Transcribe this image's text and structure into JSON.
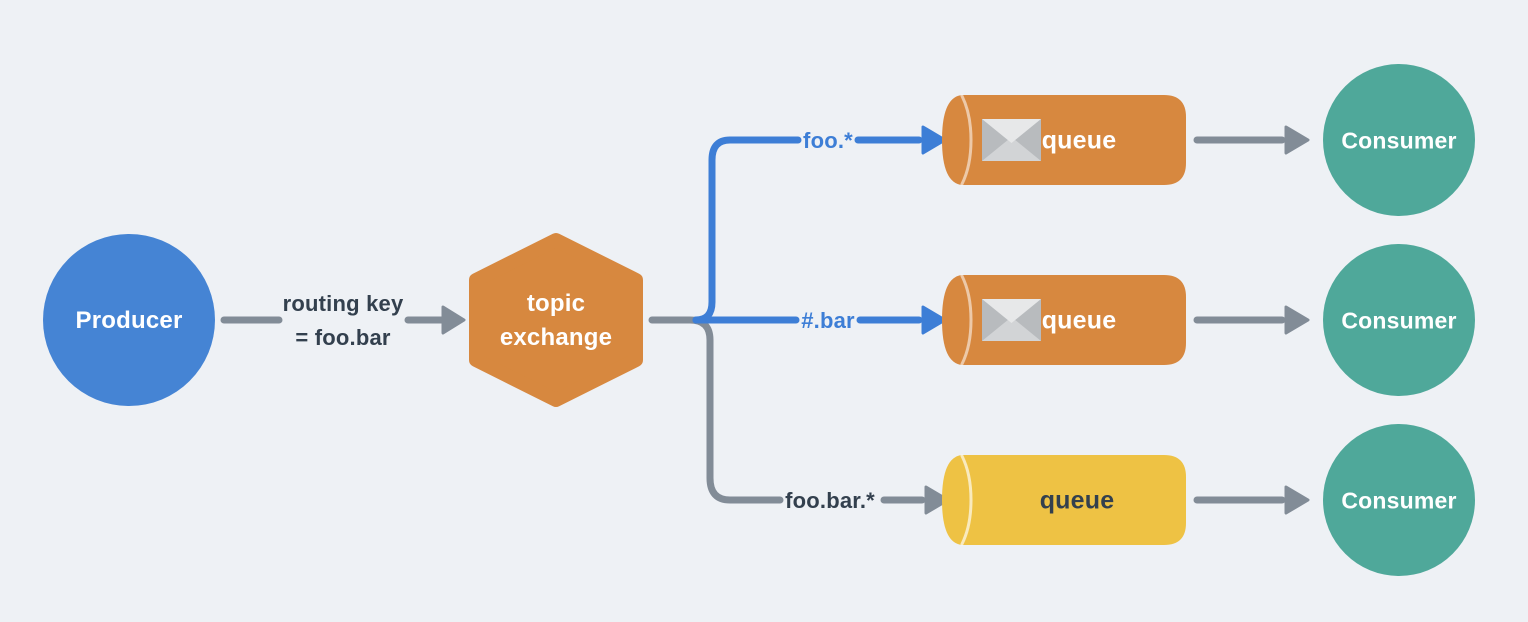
{
  "colors": {
    "background": "#eef1f5",
    "producer_blue": "#4584d4",
    "exchange_orange": "#d7883f",
    "queue_orange": "#d7883f",
    "queue_yellow": "#eec244",
    "consumer_teal": "#4fa89a",
    "connector_gray": "#828c97",
    "connector_blue": "#3d7ed6",
    "text_dark": "#33404e",
    "text_light": "#ffffff"
  },
  "producer": {
    "label": "Producer"
  },
  "routing_key": {
    "line1": "routing key",
    "line2": "= foo.bar"
  },
  "exchange": {
    "line1": "topic",
    "line2": "exchange"
  },
  "bindings": [
    {
      "key": "foo.*",
      "queue_label": "queue",
      "queue_color": "#d7883f",
      "icon": "envelope-icon",
      "consumer_label": "Consumer"
    },
    {
      "key": "#.bar",
      "queue_label": "queue",
      "queue_color": "#d7883f",
      "icon": "envelope-icon",
      "consumer_label": "Consumer"
    },
    {
      "key": "foo.bar.*",
      "queue_label": "queue",
      "queue_color": "#eec244",
      "icon": "none",
      "consumer_label": "Consumer"
    }
  ]
}
